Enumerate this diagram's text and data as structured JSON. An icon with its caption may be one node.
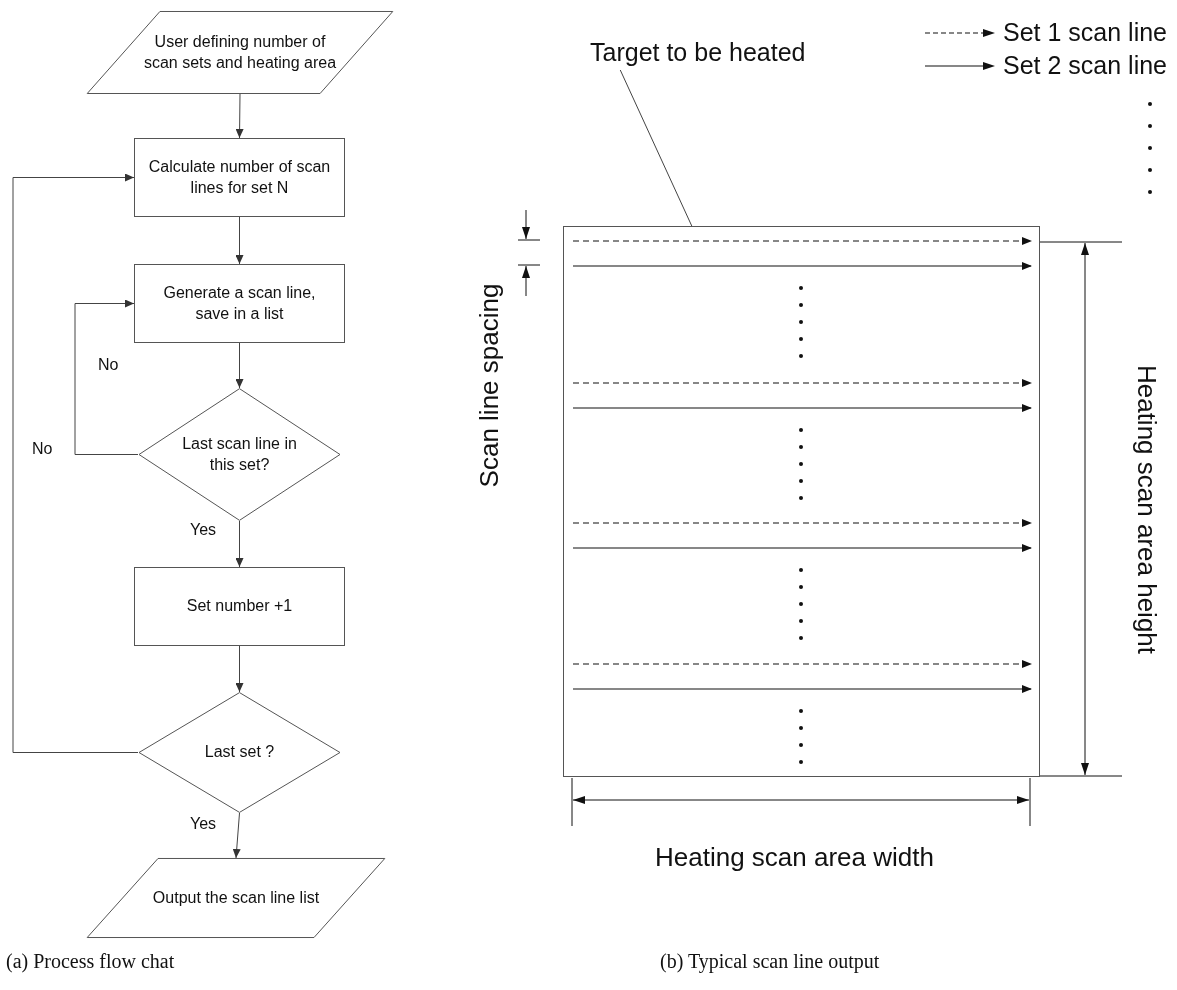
{
  "diagram": {
    "nodes": [
      {
        "text": [
          "User defining number of scan sets and heating area"
        ]
      },
      {
        "text": [
          "Calculate number of scan lines for set N"
        ]
      },
      {
        "text": [
          "Generate a scan line, save in a list"
        ]
      },
      {
        "text": [
          "Last scan line in this set?"
        ]
      },
      {
        "text": [
          "Set number +1"
        ]
      },
      {
        "text": [
          "Last set ?"
        ]
      },
      {
        "text": [
          "Output the scan line list"
        ]
      },
      {
        "text": [
          "Target to be heated"
        ]
      },
      {
        "text": [],
        "shape": "box"
      }
    ],
    "edges": [
      {
        "from": 0,
        "to": 1,
        "arrow": "to"
      },
      {
        "from": 1,
        "to": 2,
        "arrow": "to"
      },
      {
        "from": 2,
        "to": 3,
        "arrow": "to"
      },
      {
        "from": 3,
        "to": 2,
        "arrow": "to",
        "label": "No"
      },
      {
        "from": 3,
        "to": 4,
        "arrow": "to",
        "label": "Yes"
      },
      {
        "from": 4,
        "to": 5,
        "arrow": "to"
      },
      {
        "from": 5,
        "to": 1,
        "arrow": "to",
        "label": "No"
      },
      {
        "from": 5,
        "to": 6,
        "arrow": "to",
        "label": "Yes"
      },
      {
        "from": 7,
        "to": 8,
        "arrow": "none"
      }
    ],
    "labels": [
      "Scan line spacing",
      "Heating scan area height",
      "Heating scan area width",
      "(a) Process flow chat",
      "(b) Typical scan line output"
    ],
    "legend": [
      {
        "text": "Set 1 scan line"
      },
      {
        "text": "Set 2 scan line"
      }
    ]
  }
}
